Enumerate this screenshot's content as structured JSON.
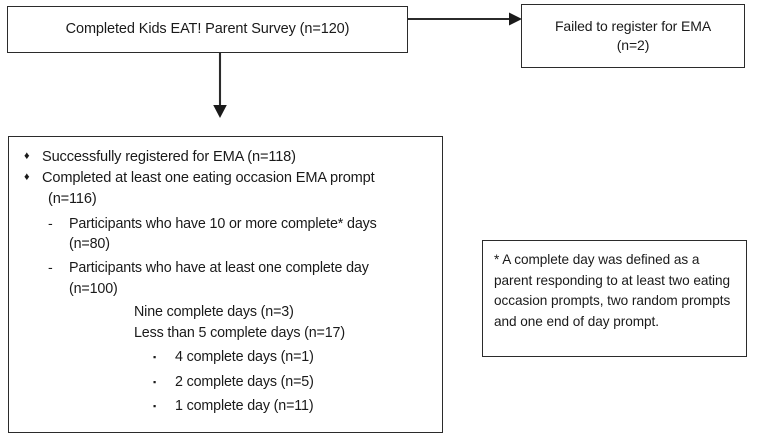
{
  "diagram": {
    "title": "Kids EAT! Parent Survey EMA participation flow",
    "line_color": "#2b2b2b",
    "background": "#ffffff"
  },
  "boxes": {
    "survey": {
      "name": "completed-survey-box",
      "text": "Completed Kids EAT! Parent Survey (n=120)"
    },
    "failed": {
      "name": "failed-to-register-box",
      "line1": "Failed to register for EMA",
      "line2": "(n=2)"
    },
    "footnote": {
      "name": "footnote-box",
      "text": "* A complete day was defined as a parent responding to at least two eating occasion prompts, two random prompts and one end of day prompt."
    }
  },
  "detail": {
    "name": "ema-participation-detail-box",
    "rows": [
      {
        "level": 1,
        "marker": "♦",
        "text": "Successfully registered for EMA (n=118)"
      },
      {
        "level": 1,
        "marker": "♦",
        "text": "Completed at least one eating occasion EMA prompt"
      },
      {
        "level": "1-cont",
        "marker": "",
        "text": "(n=116)"
      },
      {
        "level": 2,
        "marker": "-",
        "text": "Participants who have 10 or more complete* days"
      },
      {
        "level": "2-cont",
        "marker": "",
        "text": "(n=80)"
      },
      {
        "level": 2,
        "marker": "-",
        "text": "Participants who have at least one complete day"
      },
      {
        "level": "2-cont",
        "marker": "",
        "text": "(n=100)"
      },
      {
        "level": 3,
        "marker": "",
        "text": "Nine complete days (n=3)"
      },
      {
        "level": "3-tight",
        "marker": "",
        "text": "Less than 5 complete days (n=17)"
      },
      {
        "level": 4,
        "marker": "▪",
        "text": "4 complete days (n=1)"
      },
      {
        "level": 4,
        "marker": "▪",
        "text": "2 complete days (n=5)"
      },
      {
        "level": 4,
        "marker": "▪",
        "text": "1 complete day (n=11)"
      }
    ]
  },
  "arrows": {
    "to_failed": {
      "name": "arrow-survey-to-failed",
      "direction": "right"
    },
    "to_detail": {
      "name": "arrow-survey-to-detail",
      "direction": "down"
    }
  }
}
